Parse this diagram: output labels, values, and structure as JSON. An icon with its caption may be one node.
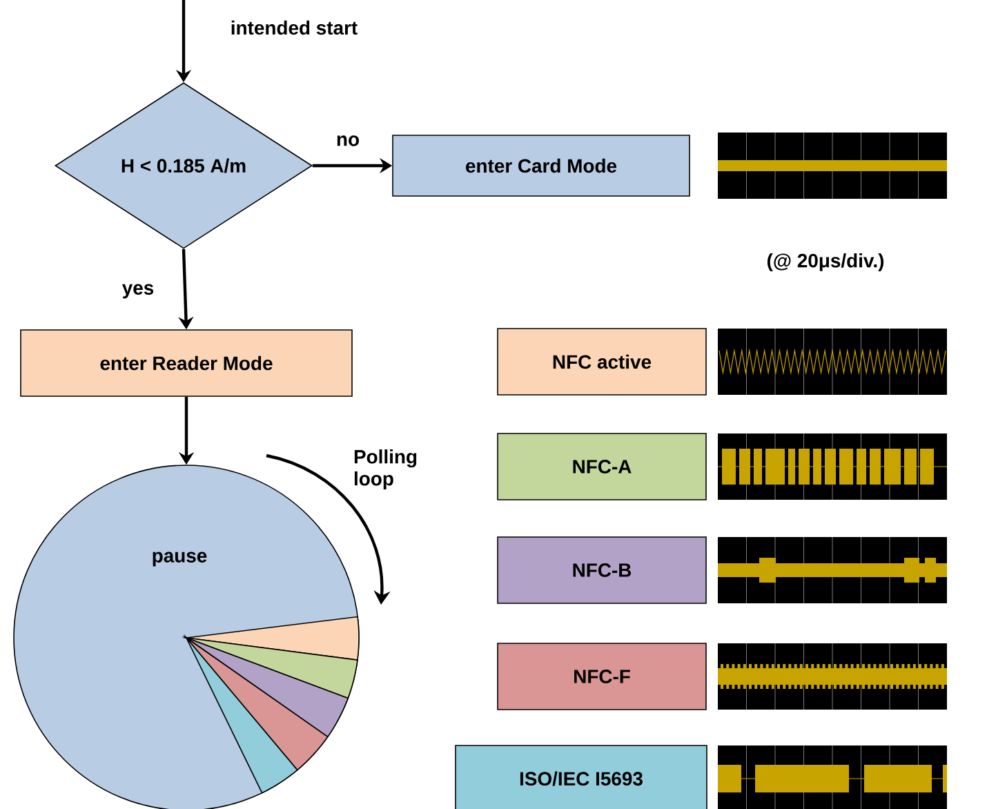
{
  "diagram": {
    "nodes": [
      {
        "text": [
          "H < 0.185 A/m"
        ]
      },
      {
        "text": [
          "enter Card Mode"
        ]
      },
      {
        "text": [
          "enter Reader Mode"
        ]
      },
      {
        "text": [
          "pause"
        ]
      },
      {
        "text": [
          "NFC active"
        ]
      },
      {
        "text": [
          "NFC-A"
        ]
      },
      {
        "text": [
          "NFC-B"
        ]
      },
      {
        "text": [
          "NFC-F"
        ]
      },
      {
        "text": [
          "ISO/IEC I5693"
        ]
      }
    ],
    "edges": [
      {
        "from": null,
        "to": 0,
        "arrow": "to",
        "label": "intended start"
      },
      {
        "from": 0,
        "to": 1,
        "arrow": "to",
        "label": "no"
      },
      {
        "from": 0,
        "to": 2,
        "arrow": "to",
        "label": "yes"
      },
      {
        "from": 2,
        "to": 3,
        "arrow": "to"
      }
    ],
    "labels": [
      "(@ 20μs/div.)",
      "Polling loop"
    ]
  }
}
